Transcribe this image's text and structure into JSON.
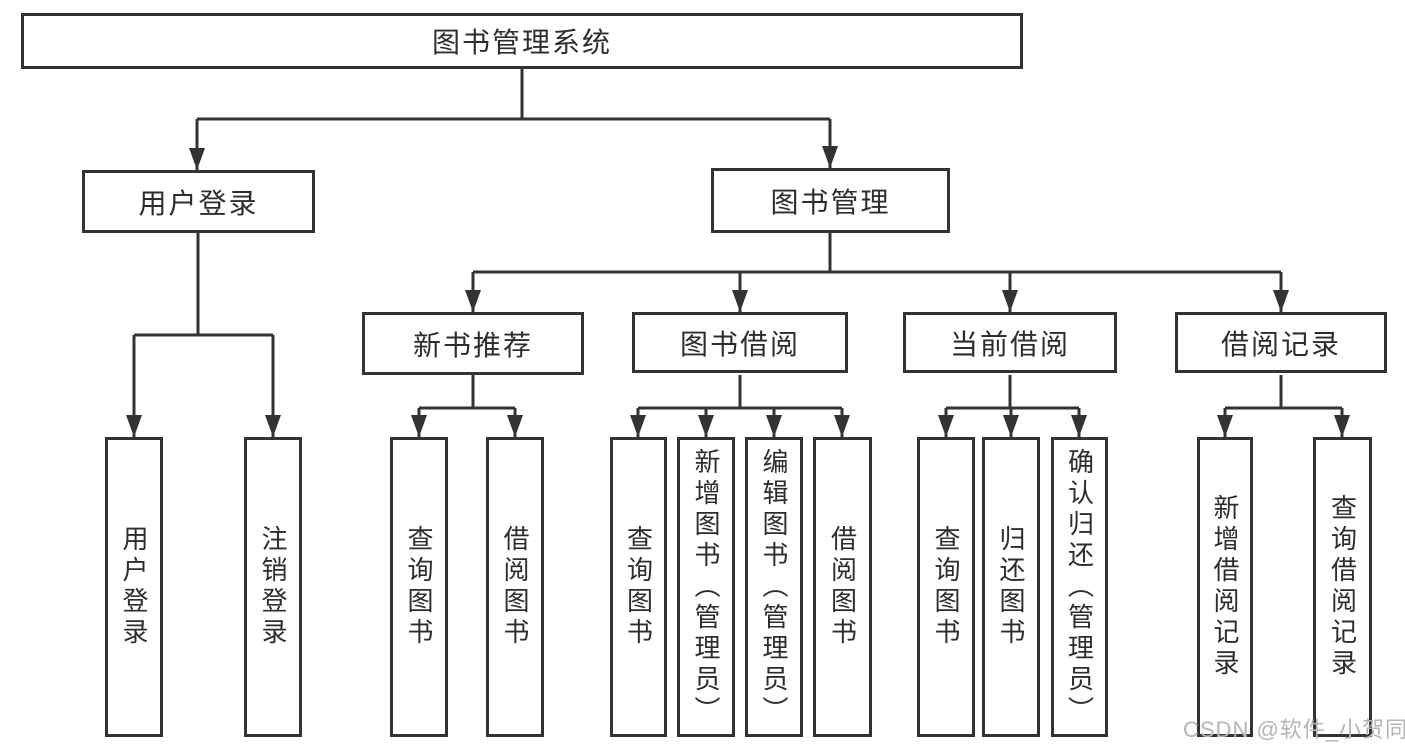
{
  "tree": {
    "root": "图书管理系统",
    "branches": [
      {
        "label": "用户登录",
        "children": [
          "用户登录",
          "注销登录"
        ]
      },
      {
        "label": "图书管理",
        "groups": [
          {
            "label": "新书推荐",
            "children": [
              "查询图书",
              "借阅图书"
            ]
          },
          {
            "label": "图书借阅",
            "children": [
              "查询图书",
              "新增图书（管理员）",
              "编辑图书（管理员）",
              "借阅图书"
            ]
          },
          {
            "label": "当前借阅",
            "children": [
              "查询图书",
              "归还图书",
              "确认归还（管理员）"
            ]
          },
          {
            "label": "借阅记录",
            "children": [
              "新增借阅记录",
              "查询借阅记录"
            ]
          }
        ]
      }
    ]
  },
  "watermark": {
    "text": "CSDN @软件_小贺同学"
  },
  "colors": {
    "line": "#333333",
    "text": "#2d2d2d",
    "watermark": "#b5b5b5",
    "background": "#ffffff"
  }
}
